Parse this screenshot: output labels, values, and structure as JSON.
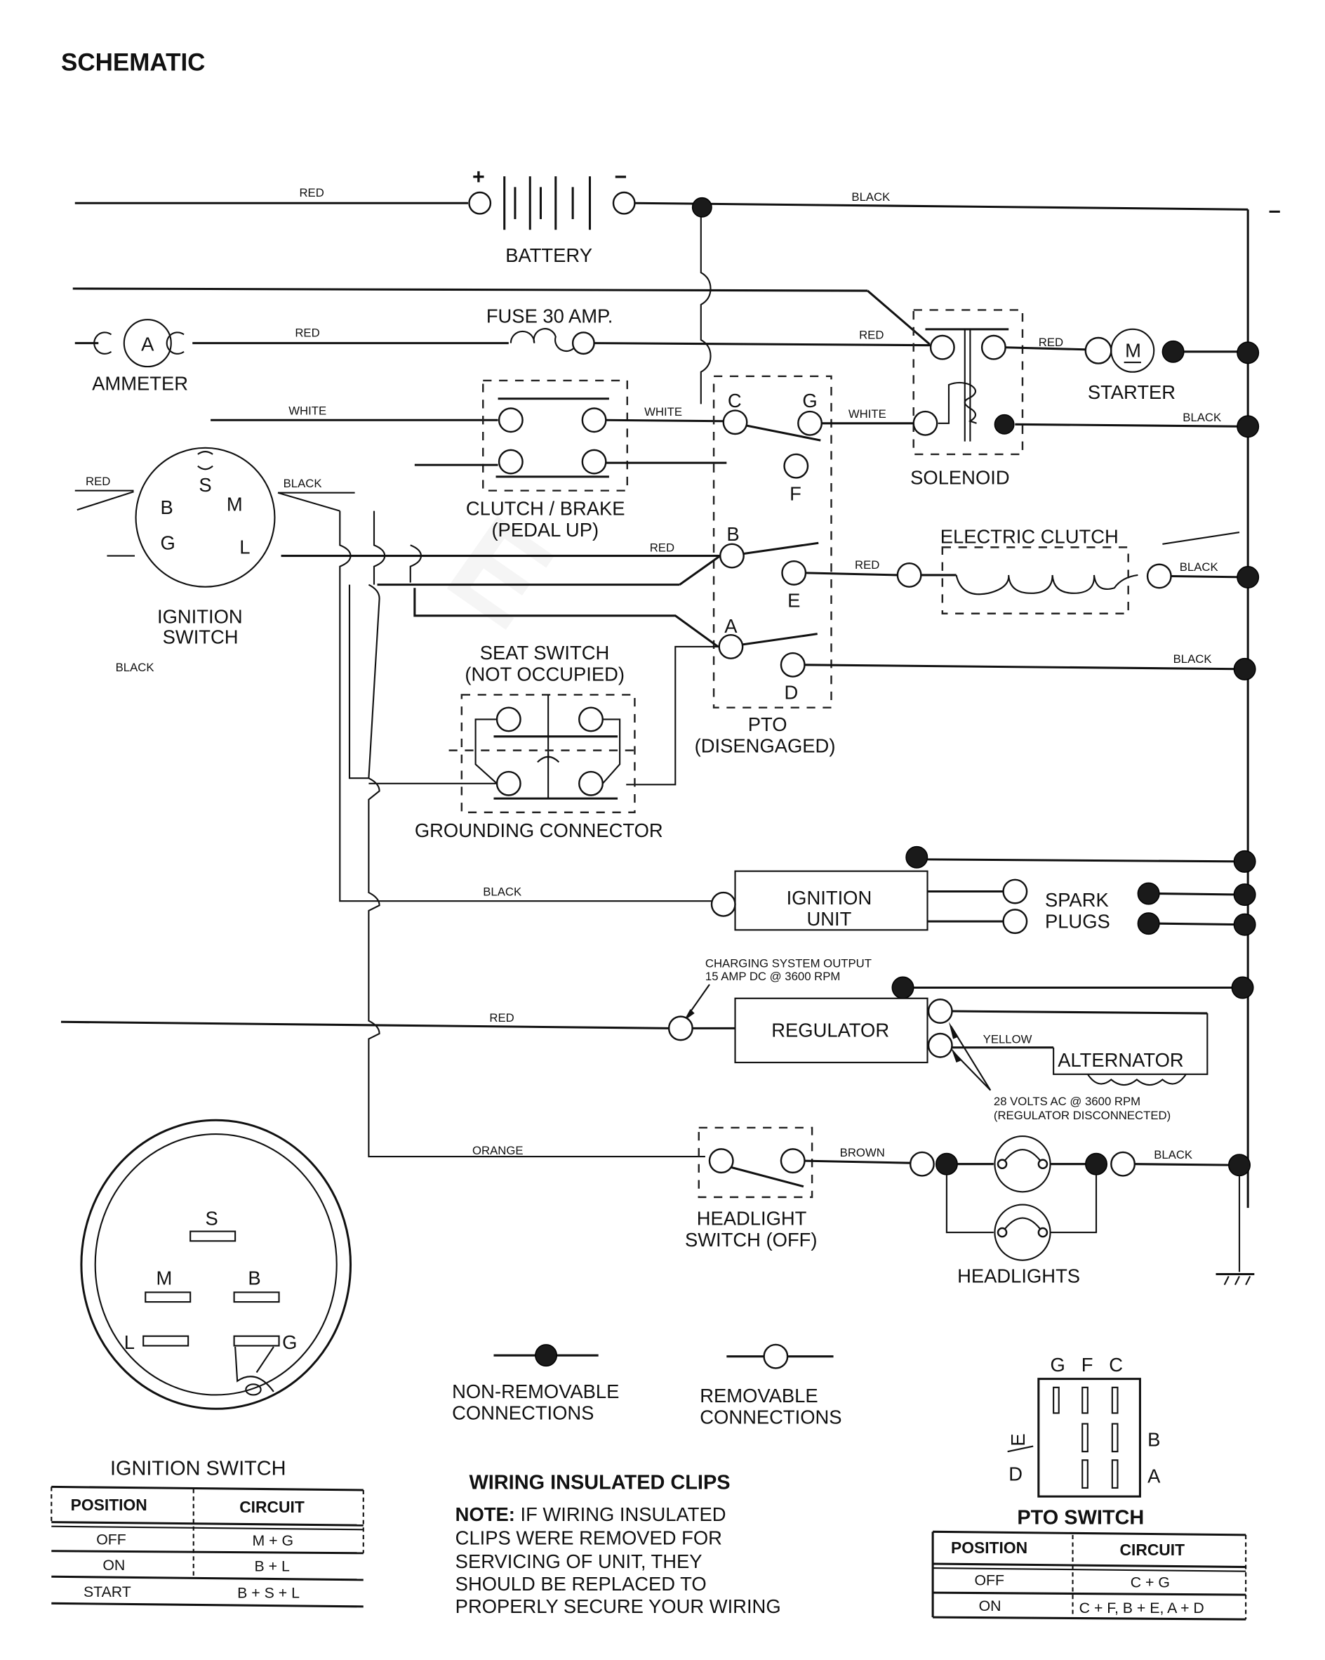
{
  "title": "SCHEMATIC",
  "components": {
    "battery": "BATTERY",
    "battery_plus": "+",
    "battery_minus": "−",
    "fuse": "FUSE 30 AMP.",
    "ammeter": "AMMETER",
    "ammeter_symbol": "A",
    "starter": "STARTER",
    "starter_symbol": "M",
    "solenoid": "SOLENOID",
    "clutch_brake": [
      "CLUTCH / BRAKE",
      "(PEDAL UP)"
    ],
    "ignition_switch": [
      "IGNITION",
      "SWITCH"
    ],
    "electric_clutch": "ELECTRIC CLUTCH",
    "seat_switch": [
      "SEAT SWITCH",
      "(NOT OCCUPIED)"
    ],
    "grounding_connector": "GROUNDING CONNECTOR",
    "pto": [
      "PTO",
      "(DISENGAGED)"
    ],
    "ignition_unit": [
      "IGNITION",
      "UNIT"
    ],
    "spark_plugs": [
      "SPARK",
      "PLUGS"
    ],
    "regulator": "REGULATOR",
    "alternator": "ALTERNATOR",
    "headlight_switch": [
      "HEADLIGHT",
      "SWITCH (OFF)"
    ],
    "headlights": "HEADLIGHTS"
  },
  "terminals": {
    "ignition": {
      "S": "S",
      "B": "B",
      "M": "M",
      "G": "G",
      "L": "L"
    },
    "pto": {
      "C": "C",
      "G": "G",
      "F": "F",
      "B": "B",
      "E": "E",
      "A": "A",
      "D": "D"
    }
  },
  "wire_colors": {
    "red": "RED",
    "black": "BLACK",
    "white": "WHITE",
    "yellow": "YELLOW",
    "orange": "ORANGE",
    "brown": "BROWN"
  },
  "annotations": {
    "charging_output": [
      "CHARGING SYSTEM OUTPUT",
      "15 AMP DC @ 3600 RPM"
    ],
    "alternator_output": [
      "28 VOLTS AC @ 3600 RPM",
      "(REGULATOR DISCONNECTED)"
    ]
  },
  "legend": {
    "non_removable": [
      "NON-REMOVABLE",
      "CONNECTIONS"
    ],
    "removable": [
      "REMOVABLE",
      "CONNECTIONS"
    ]
  },
  "ignition_switch_detail": {
    "title": "IGNITION SWITCH",
    "terminals": [
      "S",
      "M",
      "B",
      "L",
      "G"
    ],
    "table": {
      "headers": [
        "POSITION",
        "CIRCUIT"
      ],
      "rows": [
        [
          "OFF",
          "M + G"
        ],
        [
          "ON",
          "B + L"
        ],
        [
          "START",
          "B + S + L"
        ]
      ]
    }
  },
  "wiring_clips": {
    "title": "WIRING INSULATED CLIPS",
    "note_label": "NOTE:",
    "note_lines": [
      " IF WIRING INSULATED",
      "CLIPS WERE REMOVED FOR",
      "SERVICING OF UNIT, THEY",
      "SHOULD BE REPLACED TO",
      "PROPERLY SECURE YOUR WIRING"
    ]
  },
  "pto_switch_detail": {
    "title": "PTO SWITCH",
    "top_labels": [
      "G",
      "F",
      "C"
    ],
    "left_labels": [
      "E",
      "D"
    ],
    "right_labels": [
      "B",
      "A"
    ],
    "table": {
      "headers": [
        "POSITION",
        "CIRCUIT"
      ],
      "rows": [
        [
          "OFF",
          "C + G"
        ],
        [
          "ON",
          "C + F, B + E, A + D"
        ]
      ]
    }
  },
  "colors": {
    "ink": "#111111",
    "paper": "#ffffff"
  }
}
